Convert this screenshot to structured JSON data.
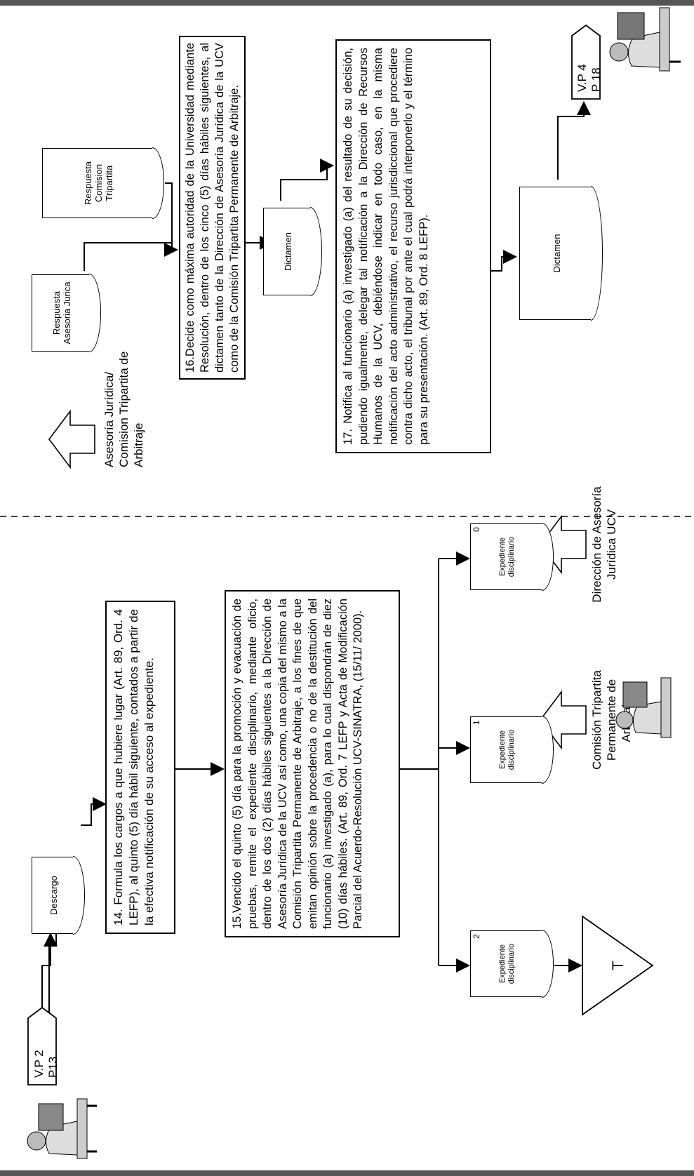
{
  "connectors": {
    "vp2": {
      "line1": "V.P 2",
      "line2": "P13"
    },
    "vp4": {
      "line1": "V.P 4",
      "line2": "P 18"
    }
  },
  "steps": {
    "s14": "14. Formula los cargos a que hubiere lugar (Art. 89, Ord. 4 LEFP), al quinto (5) día hábil siguiente, contados a partir de la efectiva notificación de su acceso al expediente.",
    "s15": "15.Vencido el quinto (5) día para la promoción y evacuación de pruebas, remite el expediente disciplinario, mediante oficio, dentro de los dos (2) días hábiles siguientes a la Dirección de Asesoría Jurídica de la UCV así como, una copia del mismo a la Comisión Tripartita Permanente de Arbitraje, a los fines de que emitan opinión sobre la procedencia o no de la destitución del funcionario (a) investigado (a), para lo cual dispondrán de diez (10) días hábiles. (Art. 89, Ord. 7 LEFP y Acta de Modificación Parcial del Acuerdo-Resolución UCV-SINATRA, (15/11/ 2000).",
    "s16": "16.Decide como máxima autoridad de la Universidad mediante Resolución, dentro de los cinco (5) días hábiles siguientes, al dictamen tanto de la Dirección de Asesoría Jurídica de la UCV como de la Comisión Tripartita Permanente de Arbitraje.",
    "s17": "17. Notifica al funcionario (a) investigado (a) del resultado de su decisión, pudiendo igualmente, delegar tal notificación a la Dirección de Recursos Humanos de la UCV, debiéndose indicar en todo caso, en la misma notificación del acto administrativo, el recurso jurisdiccional que procediere contra dicho acto, el tribunal por ante el cual podrá interponerlo y el término para su presentación. (Art. 89, Ord. 8 LEFP)."
  },
  "documents": {
    "descargo": "Descargo",
    "exp2": "Expediente disciplinario",
    "exp1": "Expediente disciplinario",
    "exp0": "Expediente disciplinario",
    "resp_asesoria": "Respuesta Asesoria Jurica",
    "resp_comision": "Respuesta Comision Tripartita",
    "dictamen1": "Dictamen",
    "dictamen2": "Dictamen"
  },
  "copy_numbers": {
    "exp2": "2",
    "exp1": "1",
    "exp0": "0"
  },
  "terminal": "T",
  "actors": {
    "comision": "Comisión Tripartita Permanente de Arbitraje",
    "direccion": "Dirección de Asesoría Jurídica UCV",
    "asesoria_comision": "Asesoría Jurídica/ Comision Tripartita de Arbitraje"
  },
  "icons": [
    "person-at-desk-icon",
    "person-at-computer-icon",
    "person-at-computer-icon",
    "person-at-computer-icon"
  ]
}
